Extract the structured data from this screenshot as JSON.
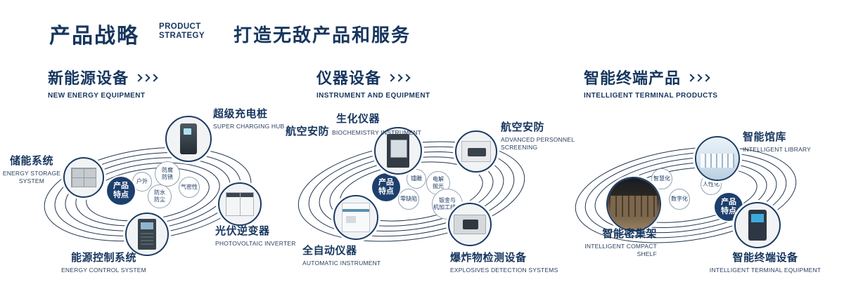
{
  "colors": {
    "brand_navy": "#17365f"
  },
  "header": {
    "title_cn": "产品战略",
    "title_en": "PRODUCT\nSTRATEGY",
    "tagline": "打造无敌产品和服务"
  },
  "sections": [
    {
      "title_cn": "新能源设备",
      "subtitle_en": "NEW ENERGY EQUIPMENT",
      "badge": "产品\n特点",
      "features": [
        "户外",
        "防腐\n防锈",
        "气密性",
        "防水\n防尘"
      ],
      "products": [
        {
          "cn": "超级充电桩",
          "en": "SUPER CHARGING HUB"
        },
        {
          "cn": "储能系统",
          "en": "ENERGY STORAGE\nSYSTEM"
        },
        {
          "cn": "光伏逆变器",
          "en": "PHOTOVOLTAIC INVERTER"
        },
        {
          "cn": "能源控制系统",
          "en": "ENERGY CONTROL SYSTEM"
        }
      ]
    },
    {
      "title_cn": "仪器设备",
      "subtitle_en": "INSTRUMENT AND EQUIPMENT",
      "badge": "产品\n特点",
      "aux_label": "航空安防",
      "features": [
        "镭雕",
        "电解\n抛光",
        "零缺陷",
        "钣金与\n机加工结合"
      ],
      "products": [
        {
          "cn": "生化仪器",
          "en": "BIOCHEMISTRY INSTRUMENT"
        },
        {
          "cn": "航空安防",
          "en": "ADVANCED PERSONNEL\nSCREENING"
        },
        {
          "cn": "全自动仪器",
          "en": "AUTOMATIC INSTRUMENT"
        },
        {
          "cn": "爆炸物检测设备",
          "en": "EXPLOSIVES DETECTION SYSTEMS"
        }
      ]
    },
    {
      "title_cn": "智能终端产品",
      "subtitle_en": "INTELLIGENT TERMINAL PRODUCTS",
      "badge": "产品\n特点",
      "features": [
        "智慧化",
        "人性化",
        "数字化"
      ],
      "products": [
        {
          "cn": "智能馆库",
          "en": "INTELLIGENT LIBRARY"
        },
        {
          "cn": "智能密集架",
          "en": "INTELLIGENT COMPACT\nSHELF"
        },
        {
          "cn": "智能终端设备",
          "en": "INTELLIGENT TERMINAL EQUIPMENT"
        }
      ]
    }
  ]
}
